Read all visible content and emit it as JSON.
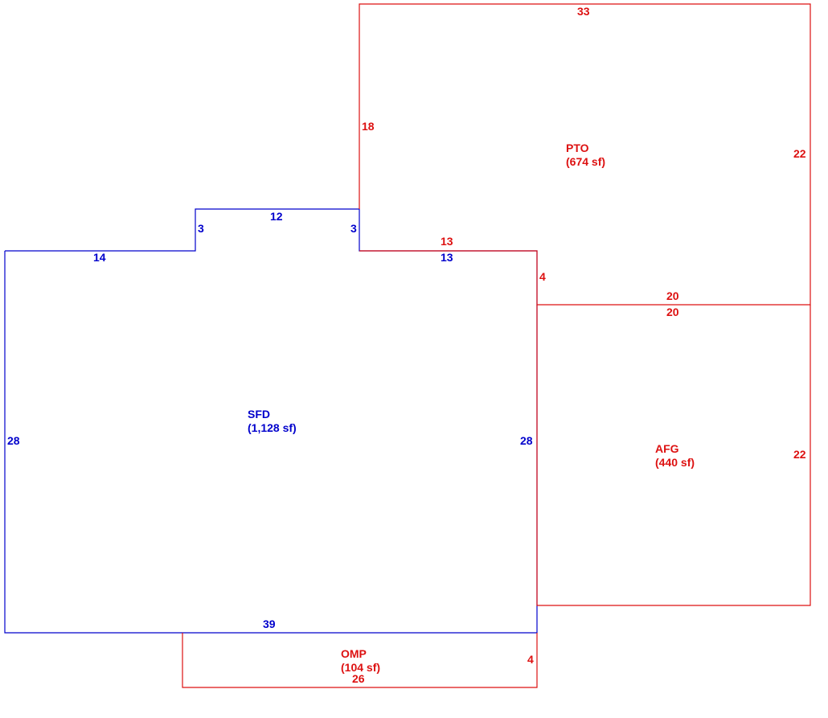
{
  "colors": {
    "main": "#0000cc",
    "addition": "#dd1111"
  },
  "areas": {
    "sfd": {
      "name": "SFD",
      "size": "(1,128 sf)"
    },
    "pto": {
      "name": "PTO",
      "size": "(674 sf)"
    },
    "afg": {
      "name": "AFG",
      "size": "(440 sf)"
    },
    "omp": {
      "name": "OMP",
      "size": "(104 sf)"
    }
  },
  "dimensions": {
    "sfd": {
      "left": "28",
      "top_left": "14",
      "notch_left": "3",
      "notch_top": "12",
      "notch_right": "3",
      "top_right": "13",
      "right": "28",
      "bottom": "39"
    },
    "pto": {
      "top": "33",
      "left": "18",
      "right": "22",
      "lower_top": "13",
      "step": "4",
      "bottom": "20"
    },
    "afg": {
      "top": "20",
      "right": "22"
    },
    "omp": {
      "right": "4",
      "bottom": "26"
    }
  }
}
